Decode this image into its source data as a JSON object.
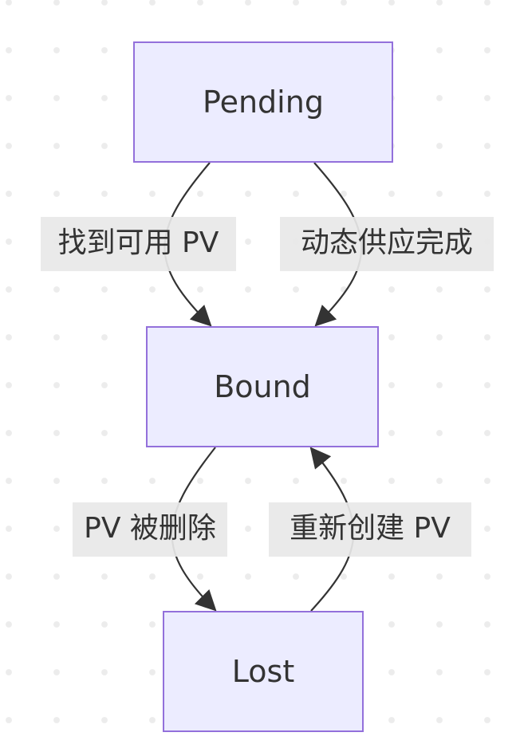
{
  "diagram": {
    "type": "state",
    "colors": {
      "node_fill": "#ECECFF",
      "node_border": "#9370DB",
      "edge": "#333333",
      "label_bg": "#E8E8E8",
      "text": "#333333"
    },
    "nodes": [
      {
        "id": "pending",
        "label": "Pending"
      },
      {
        "id": "bound",
        "label": "Bound"
      },
      {
        "id": "lost",
        "label": "Lost"
      }
    ],
    "edges": [
      {
        "from": "pending",
        "to": "bound",
        "label": "找到可用 PV"
      },
      {
        "from": "pending",
        "to": "bound",
        "label": "动态供应完成"
      },
      {
        "from": "bound",
        "to": "lost",
        "label": "PV 被删除"
      },
      {
        "from": "lost",
        "to": "bound",
        "label": "重新创建 PV"
      }
    ]
  }
}
